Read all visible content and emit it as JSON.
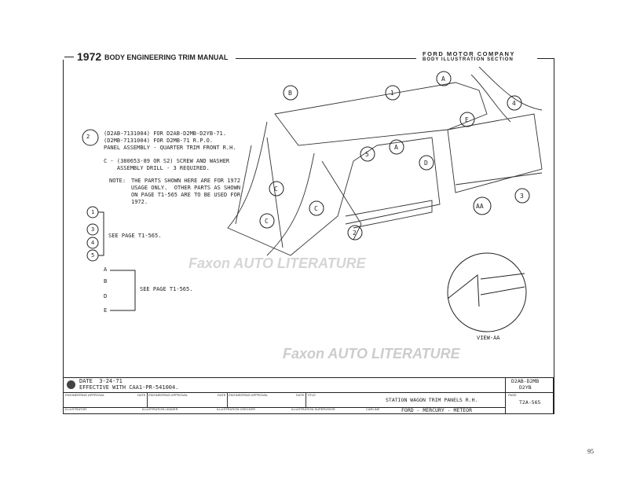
{
  "header": {
    "year": "1972",
    "title": "BODY ENGINEERING TRIM MANUAL",
    "company": "FORD MOTOR COMPANY",
    "section": "BODY ILLUSTRATION SECTION"
  },
  "notes": {
    "callout": "2",
    "part_lines": [
      "(D2AB-7131004) FOR D2AB-D2MB-D2YB-71.",
      "(D2MB-7131004) FOR D2MB-71 R.P.O.",
      "PANEL ASSEMBLY - QUARTER TRIM FRONT R.H."
    ],
    "screw_lines": [
      "C - (380653-89 OR S2) SCREW AND WASHER",
      "    ASSEMBLY DRILL - 3 REQUIRED."
    ],
    "note_label": "NOTE:",
    "note_lines": [
      "THE PARTS SHOWN HERE ARE FOR 1972",
      "USAGE ONLY.  OTHER PARTS AS SHOWN",
      "ON PAGE T1-565 ARE TO BE USED FOR",
      "1972."
    ]
  },
  "legend": {
    "numbers": [
      "1",
      "3",
      "4",
      "5"
    ],
    "see_numbers": "SEE PAGE T1-565.",
    "letters": [
      "A",
      "B",
      "D",
      "E"
    ],
    "see_letters": "SEE PAGE T1-565."
  },
  "diagram": {
    "callouts": [
      "B",
      "A",
      "1",
      "4",
      "E",
      "5",
      "A",
      "D",
      "C",
      "C",
      "C",
      "2",
      "3",
      "AA"
    ],
    "view_label": "VIEW-AA"
  },
  "title_block": {
    "date": "DATE  3-24-71",
    "effective": "EFFECTIVE WITH CAA1-PR-541004.",
    "model_code": "D2AB-D2MB",
    "model_code2": "D2YB",
    "engineering_approval": "ENGINEERING APPROVAL",
    "date_label": "DATE",
    "title_label": "TITLE",
    "title": "STATION WAGON TRIM PANELS R.H.",
    "page_label": "PAGE",
    "page": "T2A-565",
    "illustrator": "ILLUSTRATOR",
    "illustration_leader": "ILLUSTRATION LEADER",
    "illustration_checker": "ILLUSTRATION CHECKER",
    "illustration_supervisor": "ILLUSTRATION SUPERVISOR",
    "carline_label": "CARLINE",
    "carline": "FORD - MERCURY - METEOR"
  },
  "watermark": "Faxon AUTO LITERATURE",
  "page_number": "95"
}
